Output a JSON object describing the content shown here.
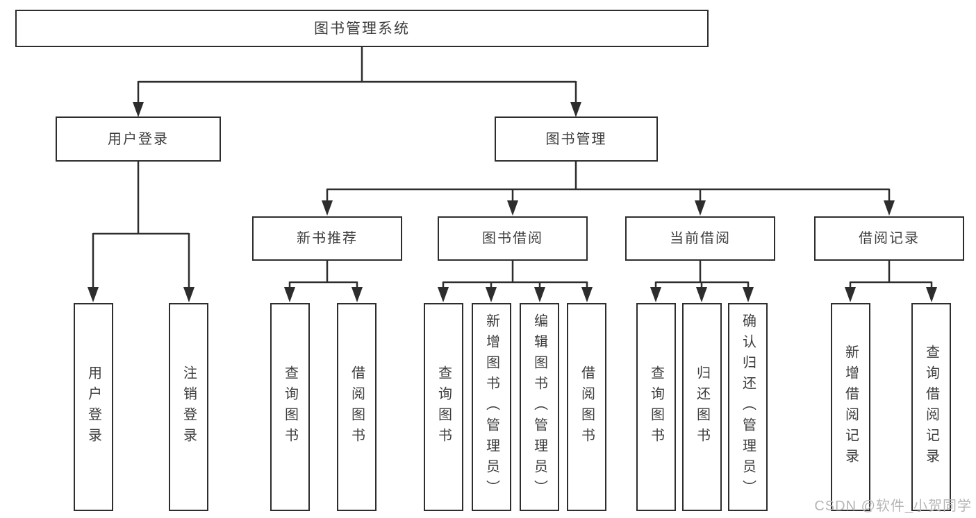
{
  "title": "图书管理系统",
  "tree": {
    "root": "图书管理系统",
    "branches": [
      {
        "label": "用户登录",
        "children": [
          "用户登录",
          "注销登录"
        ]
      },
      {
        "label": "图书管理",
        "sections": [
          {
            "label": "新书推荐",
            "children": [
              "查询图书",
              "借阅图书"
            ]
          },
          {
            "label": "图书借阅",
            "children": [
              "查询图书",
              "新增图书（管理员）",
              "编辑图书（管理员）",
              "借阅图书"
            ]
          },
          {
            "label": "当前借阅",
            "children": [
              "查询图书",
              "归还图书",
              "确认归还（管理员）"
            ]
          },
          {
            "label": "借阅记录",
            "children": [
              "新增借阅记录",
              "查询借阅记录"
            ]
          }
        ]
      }
    ]
  },
  "watermark": {
    "text": "CSDN @软件_小贺同学"
  },
  "colors": {
    "line": "#2d2d2d",
    "text": "#3d3d3d",
    "background": "#ffffff",
    "watermark": "#b5b5b5"
  }
}
